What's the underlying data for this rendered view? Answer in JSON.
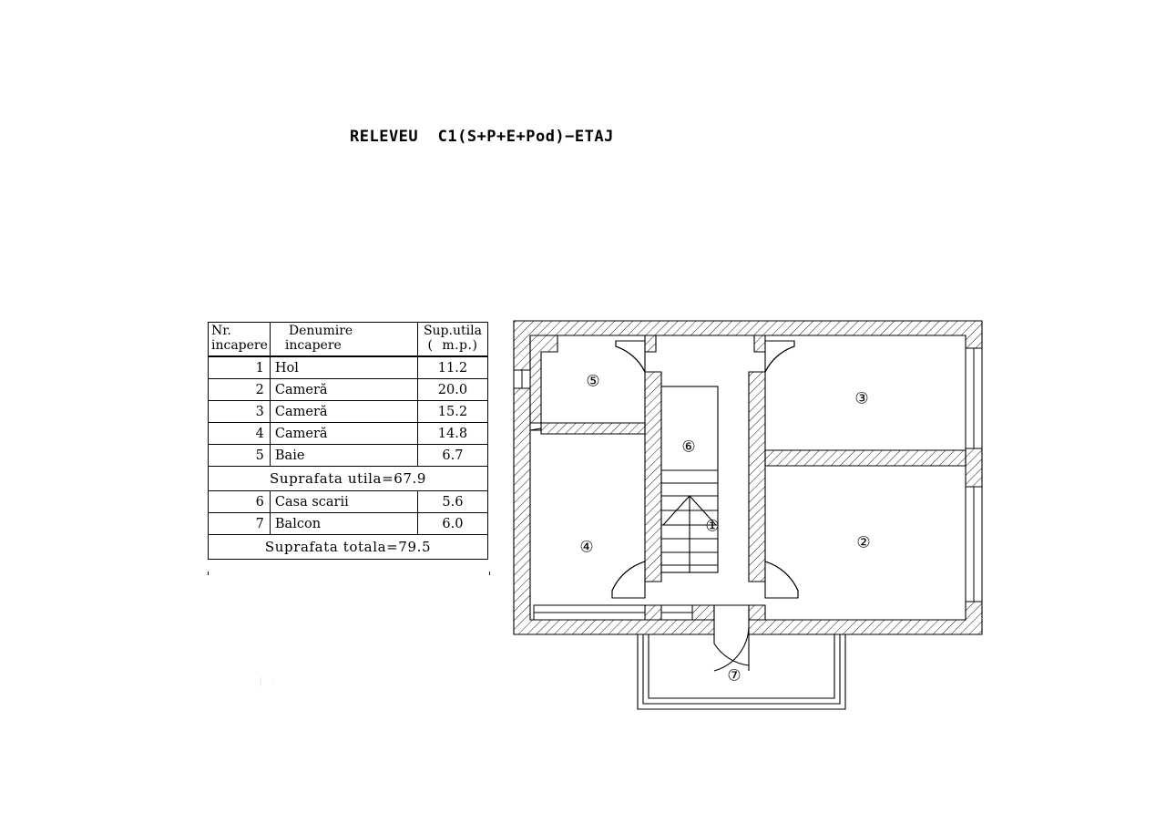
{
  "title": "RELEVEU  C1(S+P+E+Pod)−ETAJ",
  "table": {
    "header": {
      "nr_line1": "Nr.",
      "nr_line2": "incapere",
      "name_line1": "Denumire",
      "name_line2": "incapere",
      "area_line1": "Sup.utila",
      "area_line2": "(  m.p.)"
    },
    "rows": [
      {
        "nr": "1",
        "name": "Hol",
        "area": "11.2"
      },
      {
        "nr": "2",
        "name": "Cameră",
        "area": "20.0"
      },
      {
        "nr": "3",
        "name": "Cameră",
        "area": "15.2"
      },
      {
        "nr": "4",
        "name": "Cameră",
        "area": "14.8"
      },
      {
        "nr": "5",
        "name": "Baie",
        "area": "6.7"
      }
    ],
    "subtotal": "Suprafata  utila=67.9",
    "rows2": [
      {
        "nr": "6",
        "name": "Casa  scarii",
        "area": "5.6"
      },
      {
        "nr": "7",
        "name": "Balcon",
        "area": "6.0"
      }
    ],
    "total": "Suprafata  totala=79.5"
  },
  "plan": {
    "room_tags": [
      {
        "id": "1",
        "label": "①",
        "name": "Hol"
      },
      {
        "id": "2",
        "label": "②",
        "name": "Camera"
      },
      {
        "id": "3",
        "label": "③",
        "name": "Camera"
      },
      {
        "id": "4",
        "label": "④",
        "name": "Camera"
      },
      {
        "id": "5",
        "label": "⑤",
        "name": "Baie"
      },
      {
        "id": "6",
        "label": "⑥",
        "name": "Casa scarii"
      },
      {
        "id": "7",
        "label": "⑦",
        "name": "Balcon"
      }
    ],
    "colors": {
      "line": "#000000",
      "fill": "#ffffff",
      "hatch": "#000000"
    }
  },
  "faint_marks": "| ."
}
